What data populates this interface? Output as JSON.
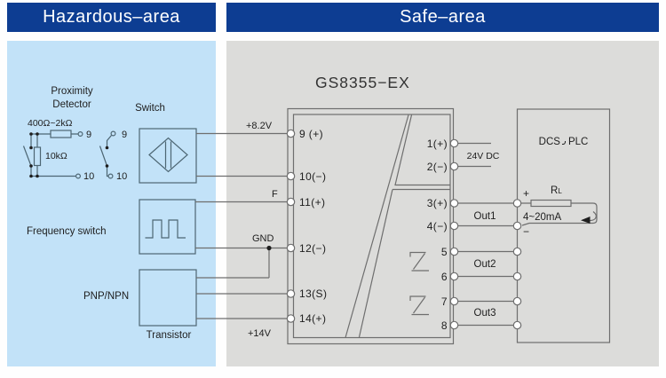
{
  "headers": {
    "hazardous": "Hazardous–area",
    "safe": "Safe–area"
  },
  "isolator": {
    "title": "GS8355−EX",
    "input_terminals": [
      {
        "label": "9 (+)"
      },
      {
        "label": "10(−)"
      },
      {
        "label": "11(+)"
      },
      {
        "label": "12(−)"
      },
      {
        "label": "13(S)"
      },
      {
        "label": "14(+)"
      }
    ],
    "input_tags": {
      "supply_top": "+8.2V",
      "freq": "F",
      "ground": "GND",
      "supply_bottom": "+14V"
    },
    "output_terminals": [
      {
        "label": "1(+)"
      },
      {
        "label": "2(−)"
      },
      {
        "label": "3(+)"
      },
      {
        "label": "4(−)"
      },
      {
        "label": "5"
      },
      {
        "label": "6"
      },
      {
        "label": "7"
      },
      {
        "label": "8"
      }
    ]
  },
  "hazardous_area": {
    "proximity_detector": {
      "label": "Proximity\nDetector",
      "resistor_series": "400Ω~2kΩ",
      "resistor_parallel": "10kΩ",
      "terminal_top": "9",
      "terminal_bottom": "10"
    },
    "contact_switch": {
      "label": "Switch",
      "terminal_top": "9",
      "terminal_bottom": "10"
    },
    "frequency_switch": {
      "label": "Frequency switch"
    },
    "transistor": {
      "type_label": "PNP/NPN",
      "label": "Transistor"
    }
  },
  "safe_area": {
    "power_label": "24V DC",
    "dcs": {
      "label": "DCS、PLC",
      "part_left": "DCS",
      "part_right": "PLC"
    },
    "outputs": [
      {
        "label": "Out1"
      },
      {
        "label": "Out2"
      },
      {
        "label": "Out3"
      }
    ],
    "current_loop": {
      "plus": "+",
      "minus": "−",
      "load_resistor": "RL",
      "load_resistor_main": "R",
      "load_resistor_sub": "L",
      "range": "4~20mA"
    }
  },
  "colors": {
    "header_bg": "#0d3d92",
    "header_text": "#ffffff",
    "hazardous_panel": "#c2e2f8",
    "safe_panel": "#dcdcda",
    "hazard_line": "#4d6673",
    "safe_line": "#6e6e6e",
    "text": "#1e1e1e"
  }
}
